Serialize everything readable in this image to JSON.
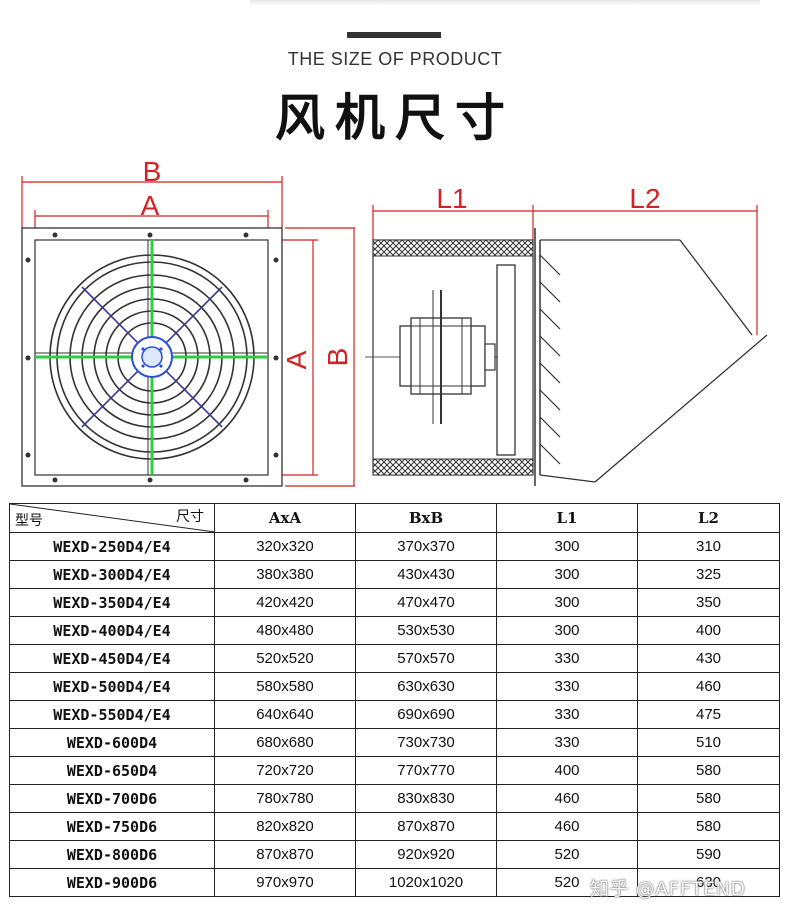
{
  "header": {
    "subtitle": "THE SIZE OF PRODUCT",
    "title": "风机尺寸"
  },
  "diagram": {
    "front_labels": {
      "outer": "B",
      "inner": "A",
      "side_inner": "A",
      "side_outer": "B"
    },
    "side_labels": {
      "l1": "L1",
      "l2": "L2"
    },
    "colors": {
      "dimension": "#d42222",
      "support": "#2ecc40",
      "hub": "#2b4fd6"
    }
  },
  "table": {
    "corner_left": "型号",
    "corner_right": "尺寸",
    "columns": [
      "AxA",
      "BxB",
      "L1",
      "L2"
    ],
    "rows": [
      {
        "model": "WEXD-250D4/E4",
        "a": "320x320",
        "b": "370x370",
        "l1": "300",
        "l2": "310"
      },
      {
        "model": "WEXD-300D4/E4",
        "a": "380x380",
        "b": "430x430",
        "l1": "300",
        "l2": "325"
      },
      {
        "model": "WEXD-350D4/E4",
        "a": "420x420",
        "b": "470x470",
        "l1": "300",
        "l2": "350"
      },
      {
        "model": "WEXD-400D4/E4",
        "a": "480x480",
        "b": "530x530",
        "l1": "300",
        "l2": "400"
      },
      {
        "model": "WEXD-450D4/E4",
        "a": "520x520",
        "b": "570x570",
        "l1": "330",
        "l2": "430"
      },
      {
        "model": "WEXD-500D4/E4",
        "a": "580x580",
        "b": "630x630",
        "l1": "330",
        "l2": "460"
      },
      {
        "model": "WEXD-550D4/E4",
        "a": "640x640",
        "b": "690x690",
        "l1": "330",
        "l2": "475"
      },
      {
        "model": "WEXD-600D4",
        "a": "680x680",
        "b": "730x730",
        "l1": "330",
        "l2": "510"
      },
      {
        "model": "WEXD-650D4",
        "a": "720x720",
        "b": "770x770",
        "l1": "400",
        "l2": "580"
      },
      {
        "model": "WEXD-700D6",
        "a": "780x780",
        "b": "830x830",
        "l1": "460",
        "l2": "580"
      },
      {
        "model": "WEXD-750D6",
        "a": "820x820",
        "b": "870x870",
        "l1": "460",
        "l2": "580"
      },
      {
        "model": "WEXD-800D6",
        "a": "870x870",
        "b": "920x920",
        "l1": "520",
        "l2": "590"
      },
      {
        "model": "WEXD-900D6",
        "a": "970x970",
        "b": "1020x1020",
        "l1": "520",
        "l2": "630"
      }
    ]
  },
  "watermark": "知乎 @AFFTEND"
}
